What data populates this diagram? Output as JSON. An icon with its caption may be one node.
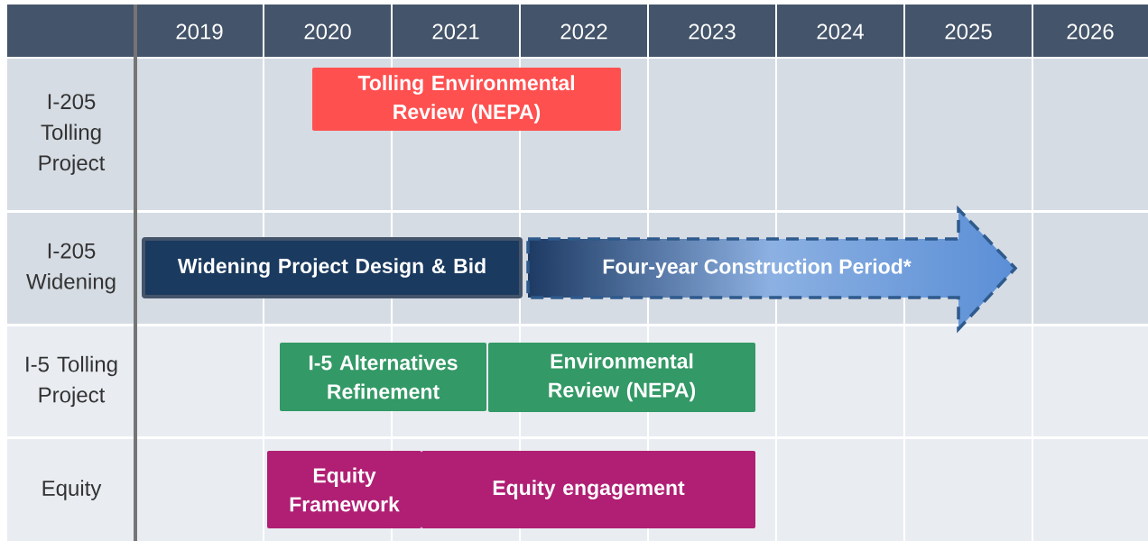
{
  "diagram": {
    "nodes": [
      {
        "text": [
          "Tolling Environmental Review (NEPA)"
        ]
      },
      {
        "text": [
          "Widening Project Design & Bid"
        ]
      },
      {
        "text": [
          "Four-year Construction Period*"
        ]
      },
      {
        "text": [
          "I-5 Alternatives Refinement"
        ]
      },
      {
        "text": [
          "Environmental Review (NEPA)"
        ]
      },
      {
        "text": [
          "Equity Framework"
        ]
      },
      {
        "text": [
          "Equity engagement"
        ]
      }
    ],
    "labels": [
      "2019",
      "2020",
      "2021",
      "2022",
      "2023",
      "2024",
      "2025",
      "2026",
      "I-205 Tolling Project",
      "I-205 Widening",
      "I-5 Tolling Project",
      "Equity"
    ]
  }
}
